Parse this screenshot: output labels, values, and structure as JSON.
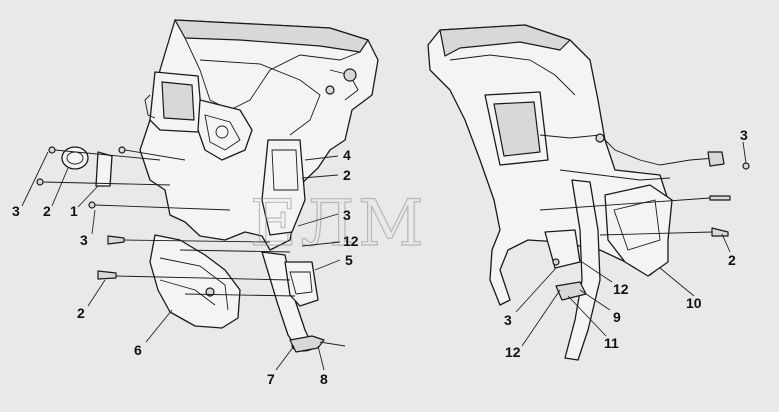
{
  "watermark": "ЕЛМ",
  "callouts": [
    {
      "id": "l3a",
      "text": "3"
    },
    {
      "id": "l2a",
      "text": "2"
    },
    {
      "id": "l1",
      "text": "1"
    },
    {
      "id": "l3b",
      "text": "3"
    },
    {
      "id": "l2b",
      "text": "2"
    },
    {
      "id": "l6",
      "text": "6"
    },
    {
      "id": "l4",
      "text": "4"
    },
    {
      "id": "l2c",
      "text": "2"
    },
    {
      "id": "l3c",
      "text": "3"
    },
    {
      "id": "l12a",
      "text": "12"
    },
    {
      "id": "l5",
      "text": "5"
    },
    {
      "id": "l7",
      "text": "7"
    },
    {
      "id": "l8",
      "text": "8"
    },
    {
      "id": "l3d",
      "text": "3"
    },
    {
      "id": "l2d",
      "text": "2"
    },
    {
      "id": "l10",
      "text": "10"
    },
    {
      "id": "l12b",
      "text": "12"
    },
    {
      "id": "l9",
      "text": "9"
    },
    {
      "id": "l3e",
      "text": "3"
    },
    {
      "id": "l11",
      "text": "11"
    },
    {
      "id": "l12c",
      "text": "12"
    }
  ]
}
